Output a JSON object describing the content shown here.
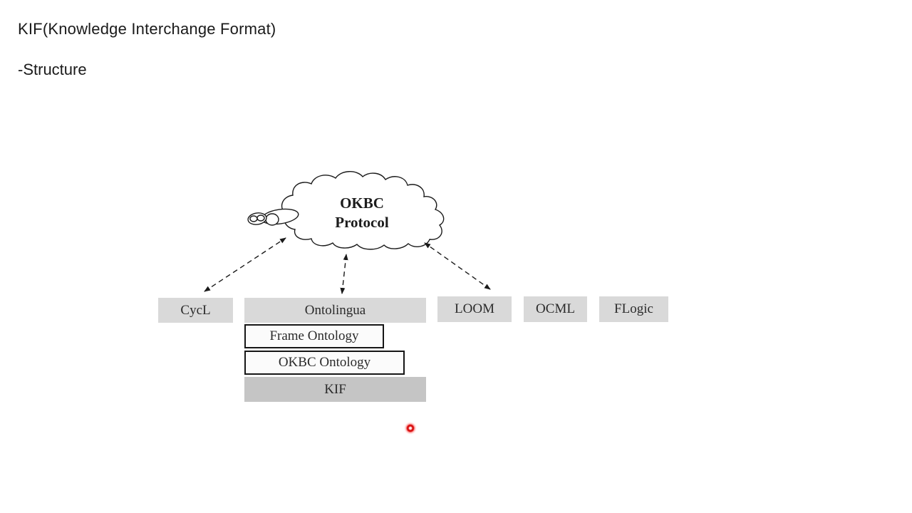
{
  "slide": {
    "title": "KIF(Knowledge Interchange Format)",
    "subtitle": "-Structure"
  },
  "diagram": {
    "cloud": {
      "name": "OKBC Protocol",
      "label_line1": "OKBC",
      "label_line2": "Protocol"
    },
    "top_boxes": [
      {
        "id": "cycl",
        "label": "CycL"
      },
      {
        "id": "ontolingua",
        "label": "Ontolingua"
      },
      {
        "id": "loom",
        "label": "LOOM"
      },
      {
        "id": "ocml",
        "label": "OCML"
      },
      {
        "id": "flogic",
        "label": "FLogic"
      }
    ],
    "stack_boxes": [
      {
        "id": "frame-ontology",
        "label": "Frame Ontology"
      },
      {
        "id": "okbc-ontology",
        "label": "OKBC Ontology"
      },
      {
        "id": "kif",
        "label": "KIF"
      }
    ],
    "arrows": [
      {
        "from": "okbc-protocol-cloud",
        "to": "cycl",
        "style": "dashed-double-headed"
      },
      {
        "from": "okbc-protocol-cloud",
        "to": "ontolingua",
        "style": "dashed-double-headed"
      },
      {
        "from": "okbc-protocol-cloud",
        "to": "loom",
        "style": "dashed-double-headed"
      }
    ],
    "colors": {
      "box_gray": "#d9d9d9",
      "kif_gray": "#c5c5c5",
      "white_box": "#fbfbfb",
      "stroke": "#161616",
      "laser_red": "#d60000"
    }
  }
}
